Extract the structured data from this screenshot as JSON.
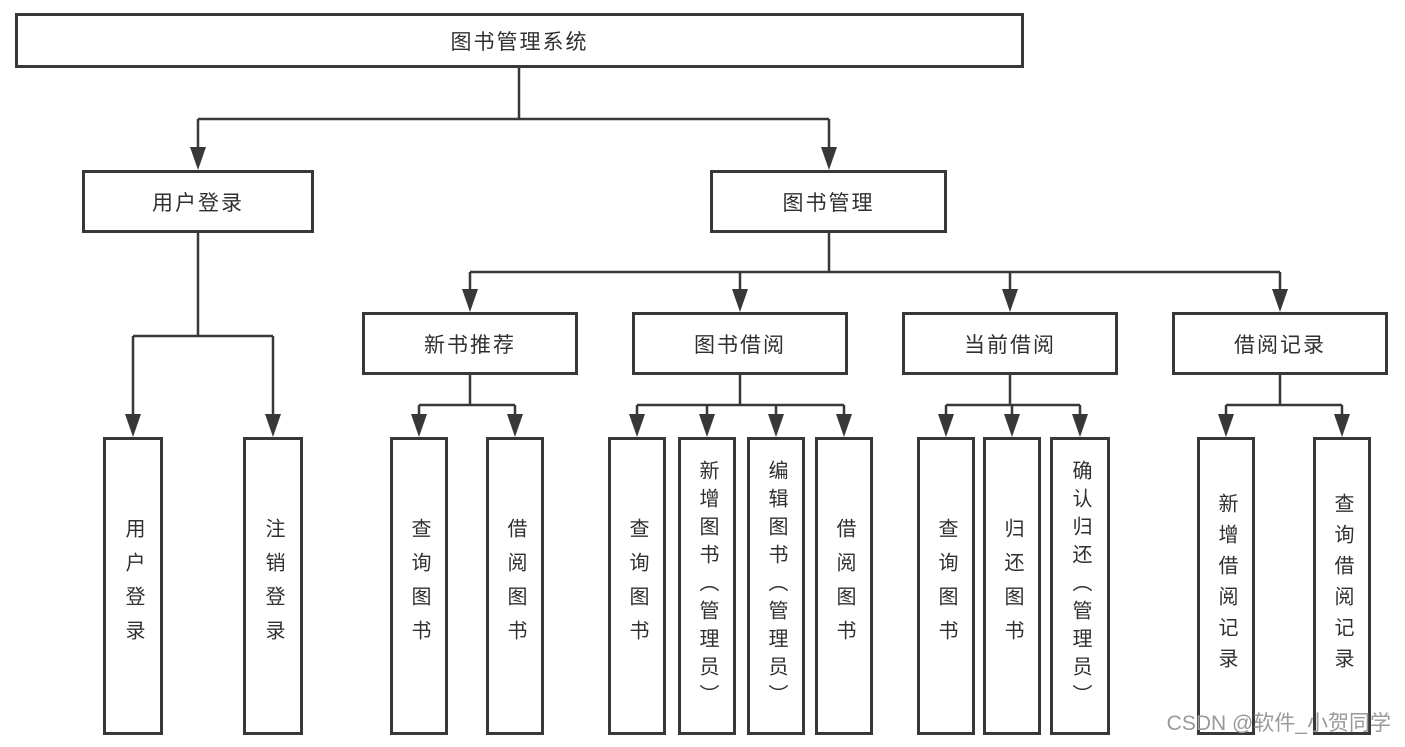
{
  "title": "图书管理系统",
  "watermark": "CSDN @软件_小贺同学",
  "branches": {
    "user_login": {
      "label": "用户登录",
      "children": [
        "用户登录",
        "注销登录"
      ]
    },
    "book_mgmt": {
      "label": "图书管理"
    }
  },
  "modules": [
    {
      "label": "新书推荐",
      "children": [
        "查询图书",
        "借阅图书"
      ]
    },
    {
      "label": "图书借阅",
      "children": [
        "查询图书",
        "新增图书（管理员）",
        "编辑图书（管理员）",
        "借阅图书"
      ]
    },
    {
      "label": "当前借阅",
      "children": [
        "查询图书",
        "归还图书",
        "确认归还（管理员）"
      ]
    },
    {
      "label": "借阅记录",
      "children": [
        "新增借阅记录",
        "查询借阅记录"
      ]
    }
  ],
  "colors": {
    "line": "#383838",
    "box_border": "#383838",
    "text": "#303030",
    "watermark": "#999999",
    "background": "#ffffff"
  }
}
